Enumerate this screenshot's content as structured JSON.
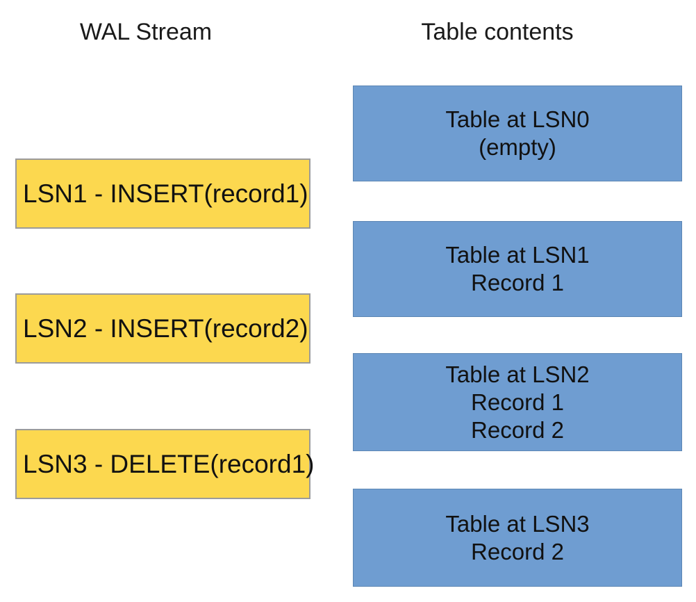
{
  "columns": {
    "left_header": "WAL Stream",
    "right_header": "Table contents"
  },
  "colors": {
    "wal_fill": "#fcd84f",
    "wal_border": "#9b9b9b",
    "table_fill": "#6f9dd1",
    "table_border": "#5c86b4",
    "background": "#ffffff",
    "text": "#111111"
  },
  "wal_stream": {
    "entries": [
      {
        "label": "LSN1 - INSERT(record1)"
      },
      {
        "label": "LSN2 - INSERT(record2)"
      },
      {
        "label": "LSN3 - DELETE(record1)"
      }
    ]
  },
  "table_contents": {
    "states": [
      {
        "lines": [
          "Table at LSN0",
          "(empty)"
        ]
      },
      {
        "lines": [
          "Table at LSN1",
          "Record 1"
        ]
      },
      {
        "lines": [
          "Table at LSN2",
          "Record 1",
          "Record 2"
        ]
      },
      {
        "lines": [
          "Table at LSN3",
          "Record 2"
        ]
      }
    ]
  }
}
